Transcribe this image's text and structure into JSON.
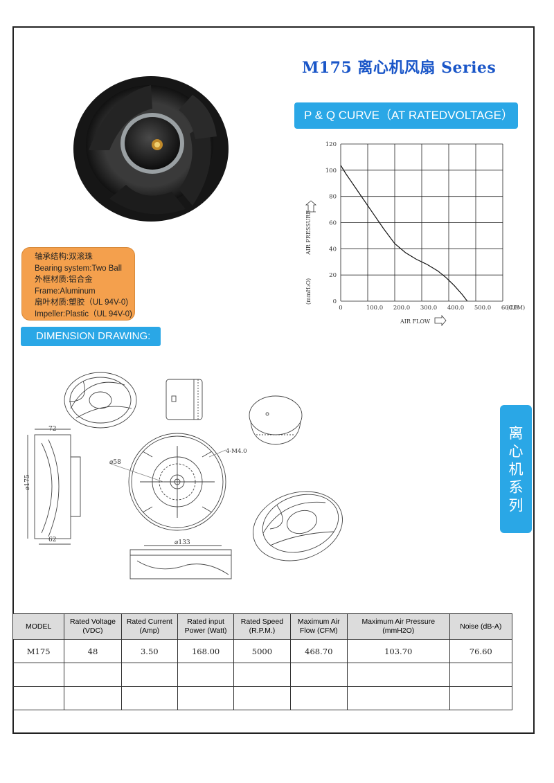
{
  "title": "M175 离心机风扇 Series",
  "pq_banner": "P & Q CURVE（AT RATEDVOLTAGE）",
  "dimension_banner": "DIMENSION DRAWING:",
  "side_tab": [
    "离",
    "心",
    "机",
    "系",
    "列"
  ],
  "specs": [
    "轴承结构:双滚珠",
    "Bearing system:Two Ball",
    "外框材质:铝合金",
    "Frame:Aluminum",
    "扇叶材质:塑胶（UL 94V-0)",
    "Impeller:Plastic（UL 94V-0)"
  ],
  "drawing_labels": {
    "width_top": "72",
    "height_side": "⌀175",
    "width_bottom": "62",
    "hub_dia": "⌀58",
    "holes": "4-M4.0",
    "inner_dia": "⌀133"
  },
  "table": {
    "headers": [
      [
        "MODEL"
      ],
      [
        "Rated Voltage",
        "(VDC)"
      ],
      [
        "Rated Current",
        "(Amp)"
      ],
      [
        "Rated input",
        "Power (Watt)"
      ],
      [
        "Rated Speed",
        "(R.P.M.)"
      ],
      [
        "Maximum Air",
        "Flow (CFM)"
      ],
      [
        "Maximum Air Pressure",
        "(mmH2O)"
      ],
      [
        "Noise  (dB-A)"
      ]
    ],
    "rows": [
      [
        "M175",
        "48",
        "3.50",
        "168.00",
        "5000",
        "468.70",
        "103.70",
        "76.60"
      ],
      [
        "",
        "",
        "",
        "",
        "",
        "",
        "",
        ""
      ],
      [
        "",
        "",
        "",
        "",
        "",
        "",
        "",
        ""
      ]
    ]
  },
  "chart_data": {
    "type": "line",
    "x_ticks": [
      "0",
      "100.0",
      "200.0",
      "300.0",
      "400.0",
      "500.0",
      "600.0"
    ],
    "x_unit": "(CFM)",
    "xlabel": "AIR FLOW",
    "y_ticks": [
      "0",
      "20",
      "40",
      "60",
      "80",
      "100",
      "120"
    ],
    "ylabel": "AIR PRESSURE",
    "y_unit": "(mmH₂O)",
    "xlim": [
      0,
      600
    ],
    "ylim": [
      0,
      120
    ],
    "grid": true,
    "series": [
      {
        "x": [
          0,
          20,
          50,
          80,
          120,
          160,
          200,
          240,
          280,
          320,
          360,
          390,
          420,
          450,
          468.7
        ],
        "y": [
          103.7,
          97,
          88,
          79,
          67,
          55,
          44,
          37,
          32,
          28,
          23,
          18,
          12,
          5,
          0
        ],
        "color": "#111111"
      }
    ]
  }
}
